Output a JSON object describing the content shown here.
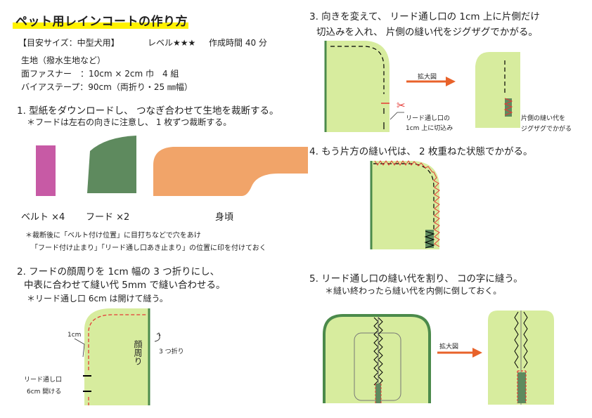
{
  "title": "ペット用レインコートの作り方",
  "info": {
    "size": "【目安サイズ：中型犬用】",
    "level": "レベル★★★",
    "time": "作成時間 40 分"
  },
  "materials": [
    "生地（撥水生地など）",
    "面ファスナー　：10cm × 2cm 巾　4 組",
    "バイアステープ：90cm（両折り・25 ㎜幅）"
  ],
  "step1": {
    "heading": "1. 型紙をダウンロードし、 つなぎ合わせて生地を裁断する。",
    "note": "＊フードは左右の向きに注意し、 1 枚ずつ裁断する。",
    "labels": {
      "belt": "ベルト ×4",
      "hood": "フード ×2",
      "body": "身頃"
    },
    "note2": "＊裁断後に「ベルト付け位置」に目打ちなどで穴をあけ",
    "note3": "「フード付け止まり」「リード通し口あき止まり」の位置に印を付けておく"
  },
  "step2": {
    "heading1": "2. フードの顔周りを 1cm 幅の 3 つ折りにし、",
    "heading2": "中表に合わせて縫い代 5mm で縫い合わせる。",
    "note": "＊リード通し口 6cm は開けて縫う。",
    "label_1cm": "1cm",
    "label_face": "顔周り",
    "label_fold": "3 つ折り",
    "label_lead1": "リード通し口",
    "label_lead2": "6cm 開ける"
  },
  "step3": {
    "heading1": "3. 向きを変えて、 リード通し口の 1cm 上に片側だけ",
    "heading2": "切込みを入れ、 片側の縫い代をジグザグでかがる。",
    "zoom": "拡大図",
    "cut1": "リード通し口の",
    "cut2": "1cm 上に切込み",
    "zig1": "片側の縫い代を",
    "zig2": "ジグザグでかがる"
  },
  "step4": {
    "heading": "4. もう片方の縫い代は、 2 枚重ねた状態でかがる。"
  },
  "step5": {
    "heading": "5. リード通し口の縫い代を割り、 コの字に縫う。",
    "note": "＊縫い終わったら縫い代を内側に倒しておく。",
    "zoom": "拡大図"
  },
  "colors": {
    "fabric": "#d7ec9e",
    "edge": "#4b8a4b",
    "belt": "#c75aa5",
    "hood": "#5e8a5e",
    "body": "#f1a469",
    "arrow": "#e8622a",
    "stitch": "#e53935",
    "highlight": "#fff200"
  }
}
